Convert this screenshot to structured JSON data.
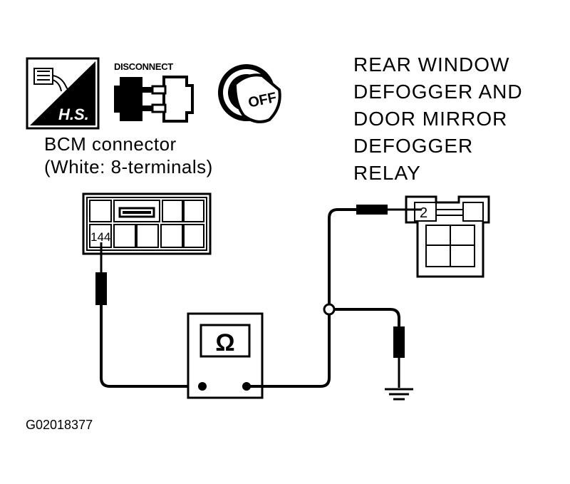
{
  "icons": {
    "hs_label": "H.S.",
    "disconnect_label": "DISCONNECT",
    "ignition_label": "OFF"
  },
  "bcm": {
    "title_line1": "BCM connector",
    "title_line2": "(White: 8-terminals)",
    "terminal": "144"
  },
  "relay": {
    "title_lines": [
      "REAR WINDOW",
      "DEFOGGER AND",
      "DOOR MIRROR",
      "DEFOGGER",
      "RELAY"
    ],
    "terminal": "2"
  },
  "meter": {
    "symbol": "Ω"
  },
  "figure_id": "G02018377"
}
